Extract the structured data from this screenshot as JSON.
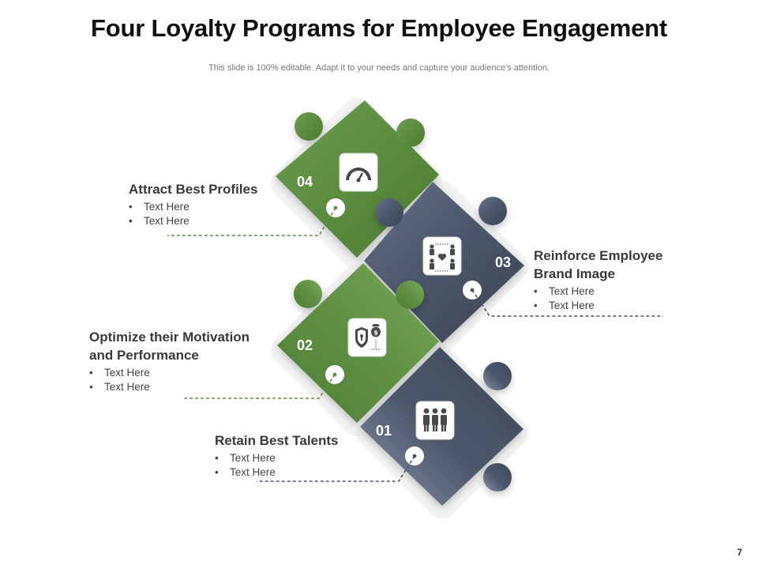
{
  "title": "Four Loyalty Programs for Employee Engagement",
  "subtitle": "This slide is 100% editable. Adapt it to your needs and capture your audience's attention.",
  "colors": {
    "green": "#5e8f42",
    "slate": "#4a5568",
    "white": "#ffffff"
  },
  "pieces": [
    {
      "number": "04",
      "heading": "Attract Best Profiles",
      "bullets": [
        "Text Here",
        "Text Here"
      ],
      "icon": "speedometer-icon"
    },
    {
      "number": "03",
      "heading_line1": "Reinforce Employee",
      "heading_line2": "Brand Image",
      "bullets": [
        "Text Here",
        "Text Here"
      ],
      "icon": "employee-network-icon"
    },
    {
      "number": "02",
      "heading_line1": "Optimize their Motivation",
      "heading_line2": "and Performance",
      "bullets": [
        "Text Here",
        "Text Here"
      ],
      "icon": "shield-money-icon"
    },
    {
      "number": "01",
      "heading": "Retain Best Talents",
      "bullets": [
        "Text Here",
        "Text Here"
      ],
      "icon": "team-icon"
    }
  ],
  "page_number": "7"
}
